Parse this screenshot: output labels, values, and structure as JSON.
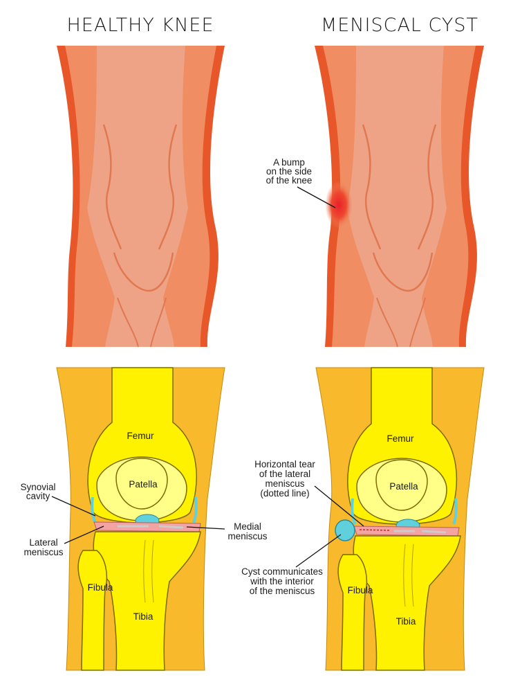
{
  "titles": {
    "left": "HEALTHY KNEE",
    "right": "MENISCAL CYST"
  },
  "bump": {
    "line1": "A bump",
    "line2": "on the side",
    "line3": "of the knee"
  },
  "left_labels": {
    "femur": "Femur",
    "patella": "Patella",
    "synovial_1": "Synovial",
    "synovial_2": "cavity",
    "lateral_1": "Lateral",
    "lateral_2": "meniscus",
    "medial_1": "Medial",
    "medial_2": "meniscus",
    "fibula": "Fibula",
    "tibia": "Tibia"
  },
  "right_labels": {
    "femur": "Femur",
    "patella": "Patella",
    "tear_1": "Horizontal tear",
    "tear_2": "of the lateral",
    "tear_3": "meniscus",
    "tear_4": "(dotted line)",
    "cyst_1": "Cyst communicates",
    "cyst_2": "with the interior",
    "cyst_3": "of the meniscus",
    "fibula": "Fibula",
    "tibia": "Tibia"
  },
  "colors": {
    "skin_outer": "#e8572a",
    "skin_mid": "#f08d62",
    "skin_light": "#eea286",
    "bump": "#e8202a",
    "soft_tissue": "#f9b92c",
    "bone": "#fff200",
    "bone_outline": "#7a6a00",
    "patella": "#ffff88",
    "cartilage": "#f4a3a3",
    "synovial": "#5fd0dc"
  }
}
